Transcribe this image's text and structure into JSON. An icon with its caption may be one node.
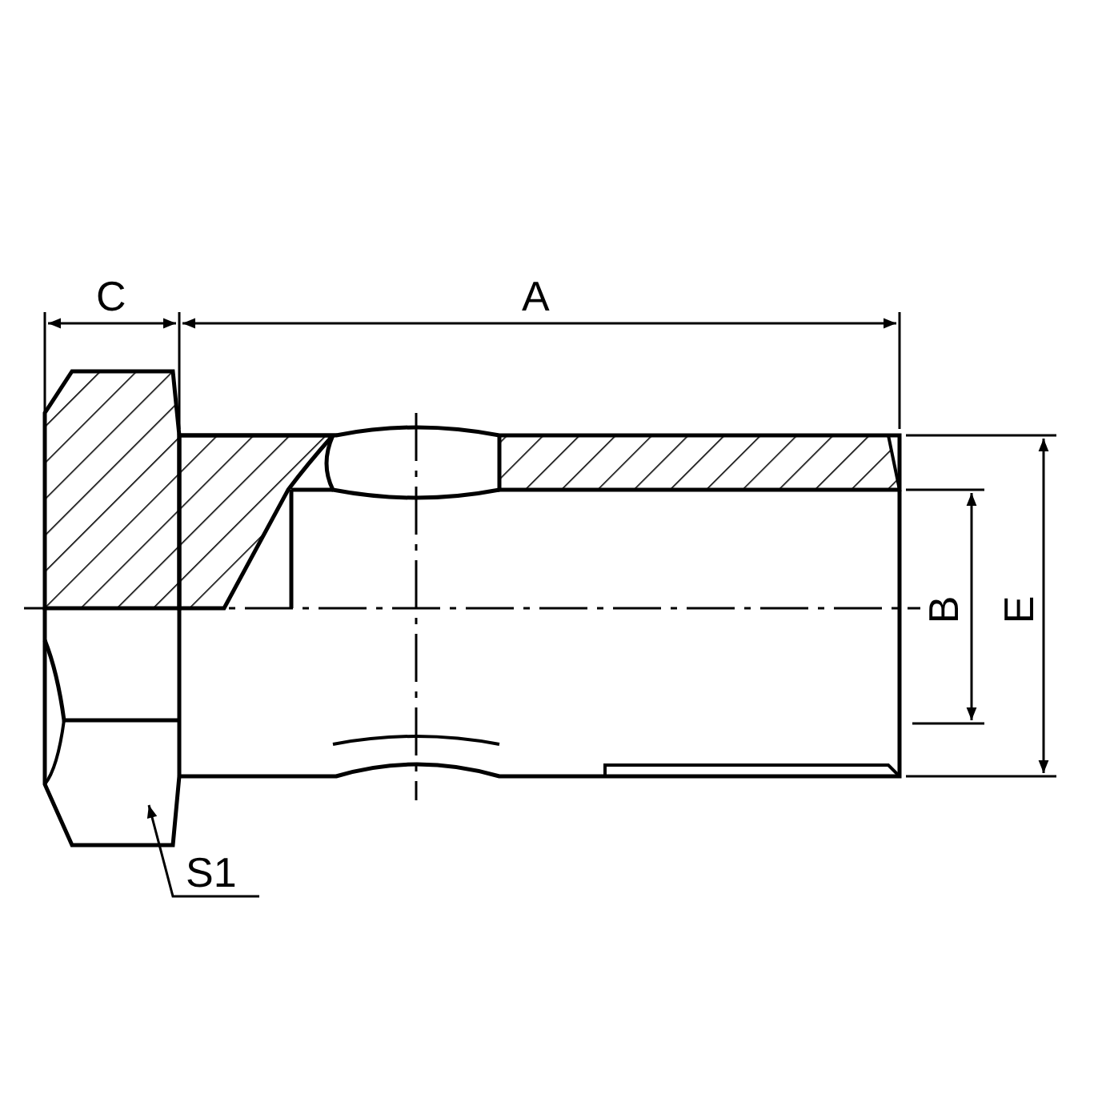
{
  "diagram": {
    "nodes": [
      {
        "text": [
          "S1"
        ]
      },
      {
        "text": [],
        "shape": "picture"
      }
    ],
    "edges": [
      {
        "from": 0,
        "to": 1,
        "arrow": "to"
      }
    ],
    "labels": [
      "C",
      "A",
      "B",
      "E"
    ]
  }
}
